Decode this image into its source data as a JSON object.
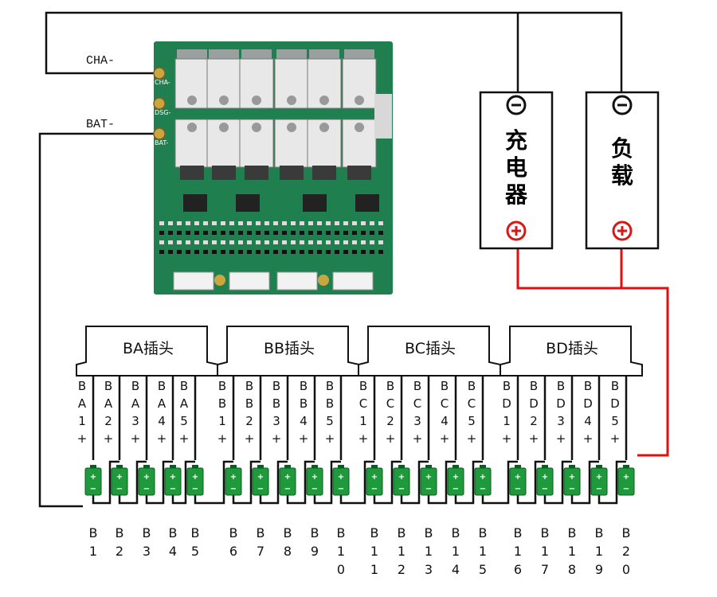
{
  "colors": {
    "wire": "#111111",
    "wire_positive": "#e01010",
    "pcb": "#1f7f4e",
    "pcb_dark": "#155c38",
    "cell": "#1e9a3c",
    "terminal_sign": "#d81818"
  },
  "wires": {
    "cha_label": "CHA-",
    "bat_label": "BAT-"
  },
  "board": {
    "pad_labels": [
      "CHA-",
      "DSG-",
      "BAT-"
    ]
  },
  "devices": [
    {
      "label_chars": [
        "充",
        "电",
        "器"
      ],
      "neg_symbol": "⊖",
      "pos_symbol": "⊕"
    },
    {
      "label_chars": [
        "负",
        "载"
      ],
      "neg_symbol": "⊖",
      "pos_symbol": "⊕"
    }
  ],
  "plugs": [
    {
      "title": "BA插头",
      "pins": [
        [
          "B",
          "A",
          "1",
          "+"
        ],
        [
          "B",
          "A",
          "2",
          "+"
        ],
        [
          "B",
          "A",
          "3",
          "+"
        ],
        [
          "B",
          "A",
          "4",
          "+"
        ],
        [
          "B",
          "A",
          "5",
          "+"
        ]
      ]
    },
    {
      "title": "BB插头",
      "pins": [
        [
          "B",
          "B",
          "1",
          "+"
        ],
        [
          "B",
          "B",
          "2",
          "+"
        ],
        [
          "B",
          "B",
          "3",
          "+"
        ],
        [
          "B",
          "B",
          "4",
          "+"
        ],
        [
          "B",
          "B",
          "5",
          "+"
        ]
      ]
    },
    {
      "title": "BC插头",
      "pins": [
        [
          "B",
          "C",
          "1",
          "+"
        ],
        [
          "B",
          "C",
          "2",
          "+"
        ],
        [
          "B",
          "C",
          "3",
          "+"
        ],
        [
          "B",
          "C",
          "4",
          "+"
        ],
        [
          "B",
          "C",
          "5",
          "+"
        ]
      ]
    },
    {
      "title": "BD插头",
      "pins": [
        [
          "B",
          "D",
          "1",
          "+"
        ],
        [
          "B",
          "D",
          "2",
          "+"
        ],
        [
          "B",
          "D",
          "3",
          "+"
        ],
        [
          "B",
          "D",
          "4",
          "+"
        ],
        [
          "B",
          "D",
          "5",
          "+"
        ]
      ]
    }
  ],
  "cells": [
    [
      "B",
      "1"
    ],
    [
      "B",
      "2"
    ],
    [
      "B",
      "3"
    ],
    [
      "B",
      "4"
    ],
    [
      "B",
      "5"
    ],
    [
      "B",
      "6"
    ],
    [
      "B",
      "7"
    ],
    [
      "B",
      "8"
    ],
    [
      "B",
      "9"
    ],
    [
      "B",
      "1",
      "0"
    ],
    [
      "B",
      "1",
      "1"
    ],
    [
      "B",
      "1",
      "2"
    ],
    [
      "B",
      "1",
      "3"
    ],
    [
      "B",
      "1",
      "4"
    ],
    [
      "B",
      "1",
      "5"
    ],
    [
      "B",
      "1",
      "6"
    ],
    [
      "B",
      "1",
      "7"
    ],
    [
      "B",
      "1",
      "8"
    ],
    [
      "B",
      "1",
      "9"
    ],
    [
      "B",
      "2",
      "0"
    ]
  ]
}
